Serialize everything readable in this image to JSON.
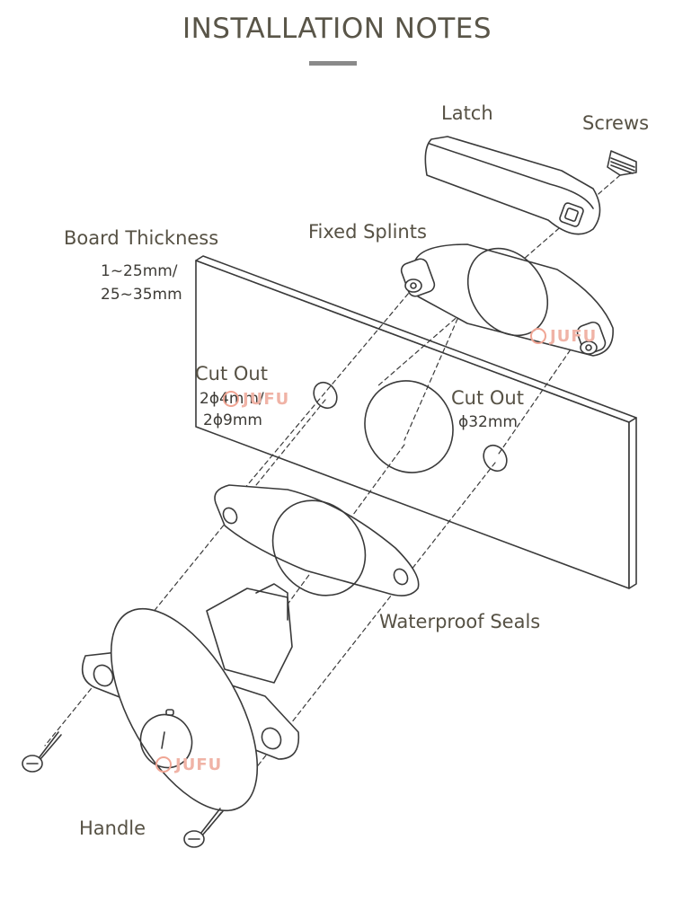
{
  "title": "INSTALLATION NOTES",
  "labels": {
    "latch": "Latch",
    "screws": "Screws",
    "board_thickness": "Board Thickness",
    "board_thickness_value_1": "1~25mm/",
    "board_thickness_value_2": "25~35mm",
    "fixed_splints": "Fixed Splints",
    "cut_out_small": "Cut Out",
    "cut_out_small_value_1": "2ϕ4mm/",
    "cut_out_small_value_2": "2ϕ9mm",
    "cut_out_large": "Cut Out",
    "cut_out_large_value": "ϕ32mm",
    "waterproof_seals": "Waterproof  Seals",
    "handle": "Handle"
  },
  "watermark": "JUFU",
  "colors": {
    "title": "#595548",
    "label": "#565144",
    "line": "#3a3a3a",
    "watermark": "#f0b3a6",
    "bar": "#8a8a8a"
  }
}
